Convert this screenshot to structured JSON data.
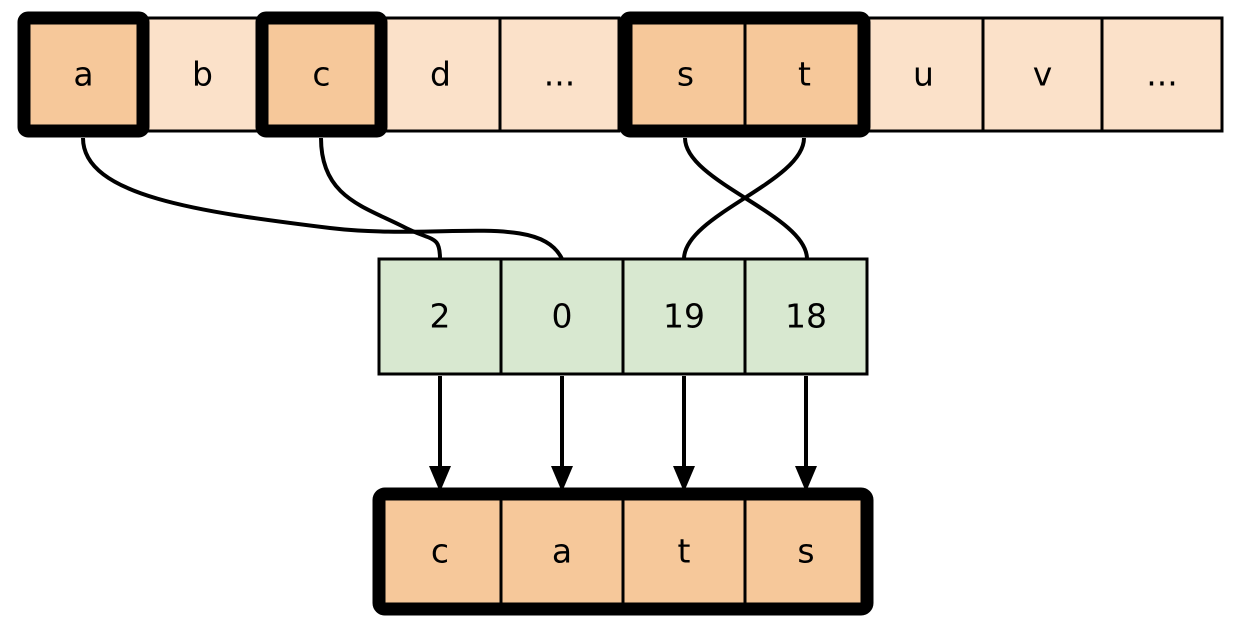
{
  "diagram": {
    "title": "string-indexing-diagram",
    "colors": {
      "highlight_orange": "#F6C89A",
      "plain_orange": "#FBE1C9",
      "result_orange": "#F6C89A",
      "index_green": "#D8E8D0",
      "stroke": "#000000",
      "background": "#FFFFFF"
    },
    "alphabet_row": {
      "name": "alphabet-strip",
      "cells": [
        {
          "label": "a",
          "highlighted": true,
          "boxed": true
        },
        {
          "label": "b",
          "highlighted": false,
          "boxed": false
        },
        {
          "label": "c",
          "highlighted": true,
          "boxed": true
        },
        {
          "label": "d",
          "highlighted": false,
          "boxed": false
        },
        {
          "label": "...",
          "highlighted": false,
          "boxed": false
        },
        {
          "label": "s",
          "highlighted": true,
          "boxed": true
        },
        {
          "label": "t",
          "highlighted": true,
          "boxed": true
        },
        {
          "label": "u",
          "highlighted": false,
          "boxed": false
        },
        {
          "label": "v",
          "highlighted": false,
          "boxed": false
        },
        {
          "label": "...",
          "highlighted": false,
          "boxed": false
        }
      ]
    },
    "index_row": {
      "name": "index-array",
      "cells": [
        {
          "label": "2"
        },
        {
          "label": "0"
        },
        {
          "label": "19"
        },
        {
          "label": "18"
        }
      ]
    },
    "result_row": {
      "name": "result-word",
      "word": "cats",
      "cells": [
        {
          "label": "c"
        },
        {
          "label": "a"
        },
        {
          "label": "t"
        },
        {
          "label": "s"
        }
      ]
    },
    "mappings": [
      {
        "from": "a",
        "to": "0",
        "from_cell": 0,
        "to_cell": 1
      },
      {
        "from": "c",
        "to": "2",
        "from_cell": 2,
        "to_cell": 0
      },
      {
        "from": "s",
        "to": "18",
        "from_cell": 5,
        "to_cell": 3
      },
      {
        "from": "t",
        "to": "19",
        "from_cell": 6,
        "to_cell": 2
      }
    ],
    "arrows": [
      {
        "from_index": "2",
        "to_letter": "c"
      },
      {
        "from_index": "0",
        "to_letter": "a"
      },
      {
        "from_index": "19",
        "to_letter": "t"
      },
      {
        "from_index": "18",
        "to_letter": "s"
      }
    ]
  }
}
